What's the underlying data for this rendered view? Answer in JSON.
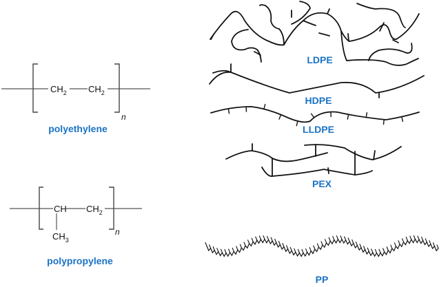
{
  "label_color": "#1a73c5",
  "structures": {
    "polyethylene": {
      "name": "polyethylene",
      "group1": "CH",
      "group1_sub": "2",
      "group2": "CH",
      "group2_sub": "2",
      "repeat": "n"
    },
    "polypropylene": {
      "name": "polypropylene",
      "group1": "CH",
      "group2": "CH",
      "group2_sub": "2",
      "side": "CH",
      "side_sub": "3",
      "repeat": "n"
    }
  },
  "chains": {
    "ldpe": "LDPE",
    "hdpe": "HDPE",
    "lldpe": "LLDPE",
    "pex": "PEX",
    "pp": "PP"
  }
}
